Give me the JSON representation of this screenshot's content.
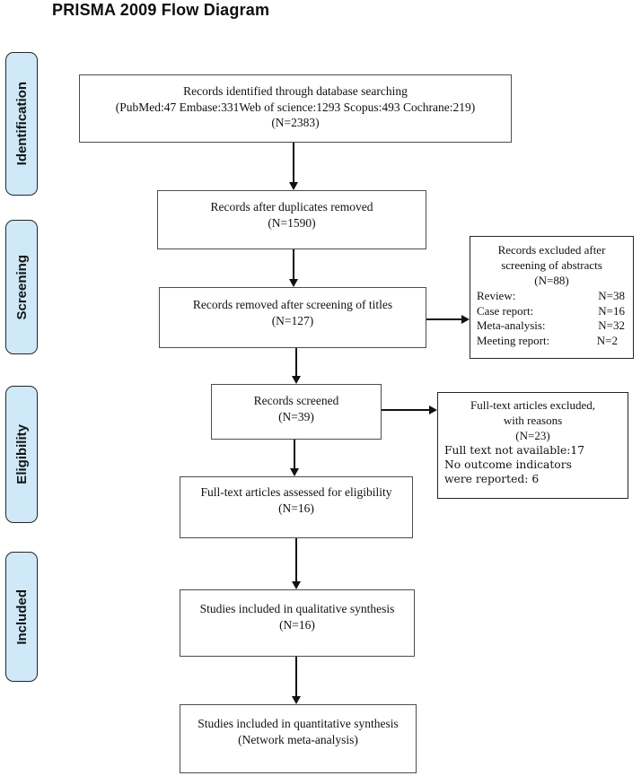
{
  "title": "PRISMA 2009 Flow Diagram",
  "colors": {
    "stage_fill": "#cfe9f8",
    "stage_border": "#262626",
    "box_border": "#4d4d4d",
    "arrow": "#111111",
    "text": "#111111"
  },
  "sidebar": {
    "stages": [
      {
        "label": "Identification"
      },
      {
        "label": "Screening"
      },
      {
        "label": "Eligibility"
      },
      {
        "label": "Included"
      }
    ]
  },
  "flow": {
    "identified": {
      "lines": [
        "Records identified through database searching",
        "(PubMed:47 Embase:331Web of science:1293 Scopus:493 Cochrane:219)",
        "(N=2383)"
      ]
    },
    "duplicates_removed": {
      "lines": [
        "Records after duplicates removed",
        "(N=1590)"
      ]
    },
    "titles_removed": {
      "lines": [
        "Records removed after screening of titles",
        "(N=127)"
      ]
    },
    "screened": {
      "lines": [
        "Records screened",
        "(N=39)"
      ]
    },
    "fulltext_assessed": {
      "lines": [
        "Full-text articles assessed for eligibility",
        "(N=16)"
      ]
    },
    "qualitative": {
      "lines": [
        "Studies included in qualitative synthesis",
        "(N=16)"
      ]
    },
    "quantitative": {
      "lines": [
        "Studies included in quantitative synthesis",
        "(Network meta-analysis)"
      ]
    }
  },
  "exclusions": {
    "abstracts": {
      "heading_lines": [
        "Records excluded after",
        "screening of abstracts",
        "(N=88)"
      ],
      "rows": [
        {
          "label": "Review:",
          "value": "N=38"
        },
        {
          "label": "Case report:",
          "value": "N=16"
        },
        {
          "label": "Meta-analysis:",
          "value": "N=32"
        },
        {
          "label": "Meeting report:",
          "value": "N=2"
        }
      ]
    },
    "fulltext": {
      "heading_lines": [
        "Full-text articles excluded,",
        "with reasons",
        "(N=23)"
      ],
      "detail_lines": [
        "Full text not available:17",
        "No outcome indicators",
        "were reported: 6"
      ]
    }
  }
}
